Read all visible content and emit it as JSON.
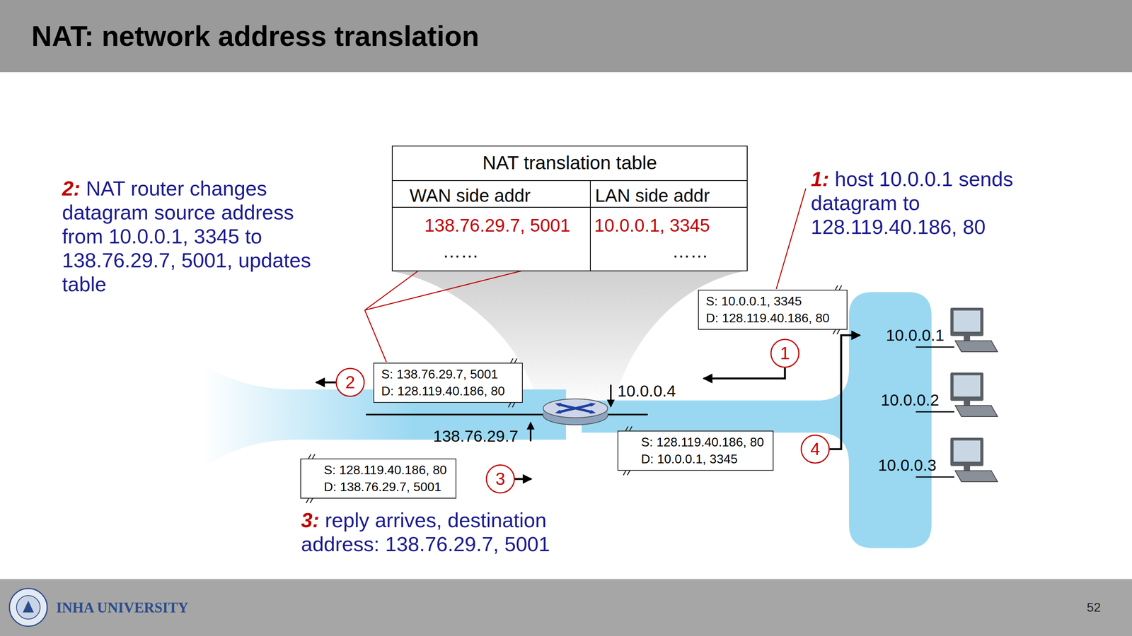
{
  "diagram": {
    "title": "NAT: network address translation",
    "nodes": [
      {
        "text": [
          "NAT translation table",
          "WAN side addr",
          "LAN side addr",
          "138.76.29.7, 5001",
          "10.0.0.1, 3345",
          "……",
          "……"
        ]
      },
      {
        "text": [
          "S: 10.0.0.1, 3345",
          "D: 128.119.40.186, 80"
        ]
      },
      {
        "text": [
          "1"
        ]
      },
      {
        "text": [
          "S: 138.76.29.7, 5001",
          "D: 128.119.40.186, 80"
        ]
      },
      {
        "text": [
          "2"
        ]
      },
      {
        "text": [
          "S: 128.119.40.186, 80",
          "D: 10.0.0.1, 3345"
        ]
      },
      {
        "text": [
          "4"
        ]
      },
      {
        "text": [
          "S: 128.119.40.186, 80",
          "D: 138.76.29.7, 5001"
        ]
      },
      {
        "text": [
          "3"
        ]
      }
    ],
    "labels": [
      "2:",
      "NAT router changes datagram source address from 10.0.0.1, 3345 to 138.76.29.7, 5001, updates table",
      "1:",
      "host 10.0.0.1 sends datagram to 128.119.40.186, 80",
      "10.0.0.1",
      "10.0.0.2",
      "10.0.0.3",
      "10.0.0.4",
      "138.76.29.7",
      "3:",
      "reply arrives, destination address: 138.76.29.7, 5001",
      "INHA UNIVERSITY",
      "52"
    ]
  }
}
